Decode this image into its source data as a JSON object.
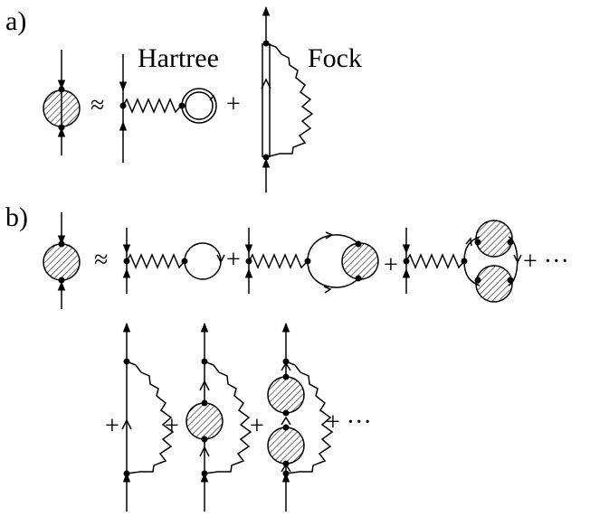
{
  "panel_a": {
    "label": "a)",
    "approx": "≈",
    "plus": "+",
    "hartree_label": "Hartree",
    "fock_label": "Fock"
  },
  "panel_b": {
    "label": "b)",
    "approx": "≈",
    "plus": "+",
    "ellipsis": "+ ···"
  },
  "colors": {
    "line": "#000000",
    "background": "#ffffff"
  },
  "icons": [
    "dressed-propagator-blob",
    "vertex-dot",
    "arrow-head",
    "wavy-interaction-line",
    "particle-hole-bubble"
  ]
}
